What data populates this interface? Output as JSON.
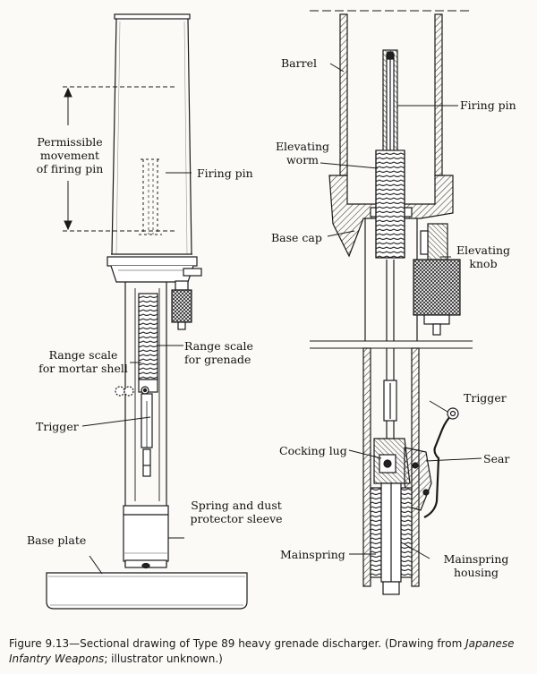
{
  "labels": {
    "left": {
      "permissible_movement": "Permissible\nmovement\nof firing pin",
      "firing_pin": "Firing pin",
      "range_scale_grenade": "Range scale\nfor grenade",
      "range_scale_mortar": "Range scale\nfor mortar shell",
      "trigger": "Trigger",
      "spring_sleeve": "Spring and dust\nprotector sleeve",
      "base_plate": "Base plate"
    },
    "right": {
      "barrel": "Barrel",
      "firing_pin": "Firing pin",
      "elevating_worm": "Elevating\nworm",
      "base_cap": "Base cap",
      "elevating_knob": "Elevating\nknob",
      "trigger": "Trigger",
      "cocking_lug": "Cocking lug",
      "sear": "Sear",
      "mainspring": "Mainspring",
      "mainspring_housing": "Mainspring\nhousing"
    }
  },
  "caption": {
    "prefix": "Figure 9.13—Sectional drawing of Type 89 heavy grenade discharger.  (Drawing from ",
    "source_title": "Japanese Infantry Weapons",
    "suffix": "; illustrator unknown.)"
  }
}
